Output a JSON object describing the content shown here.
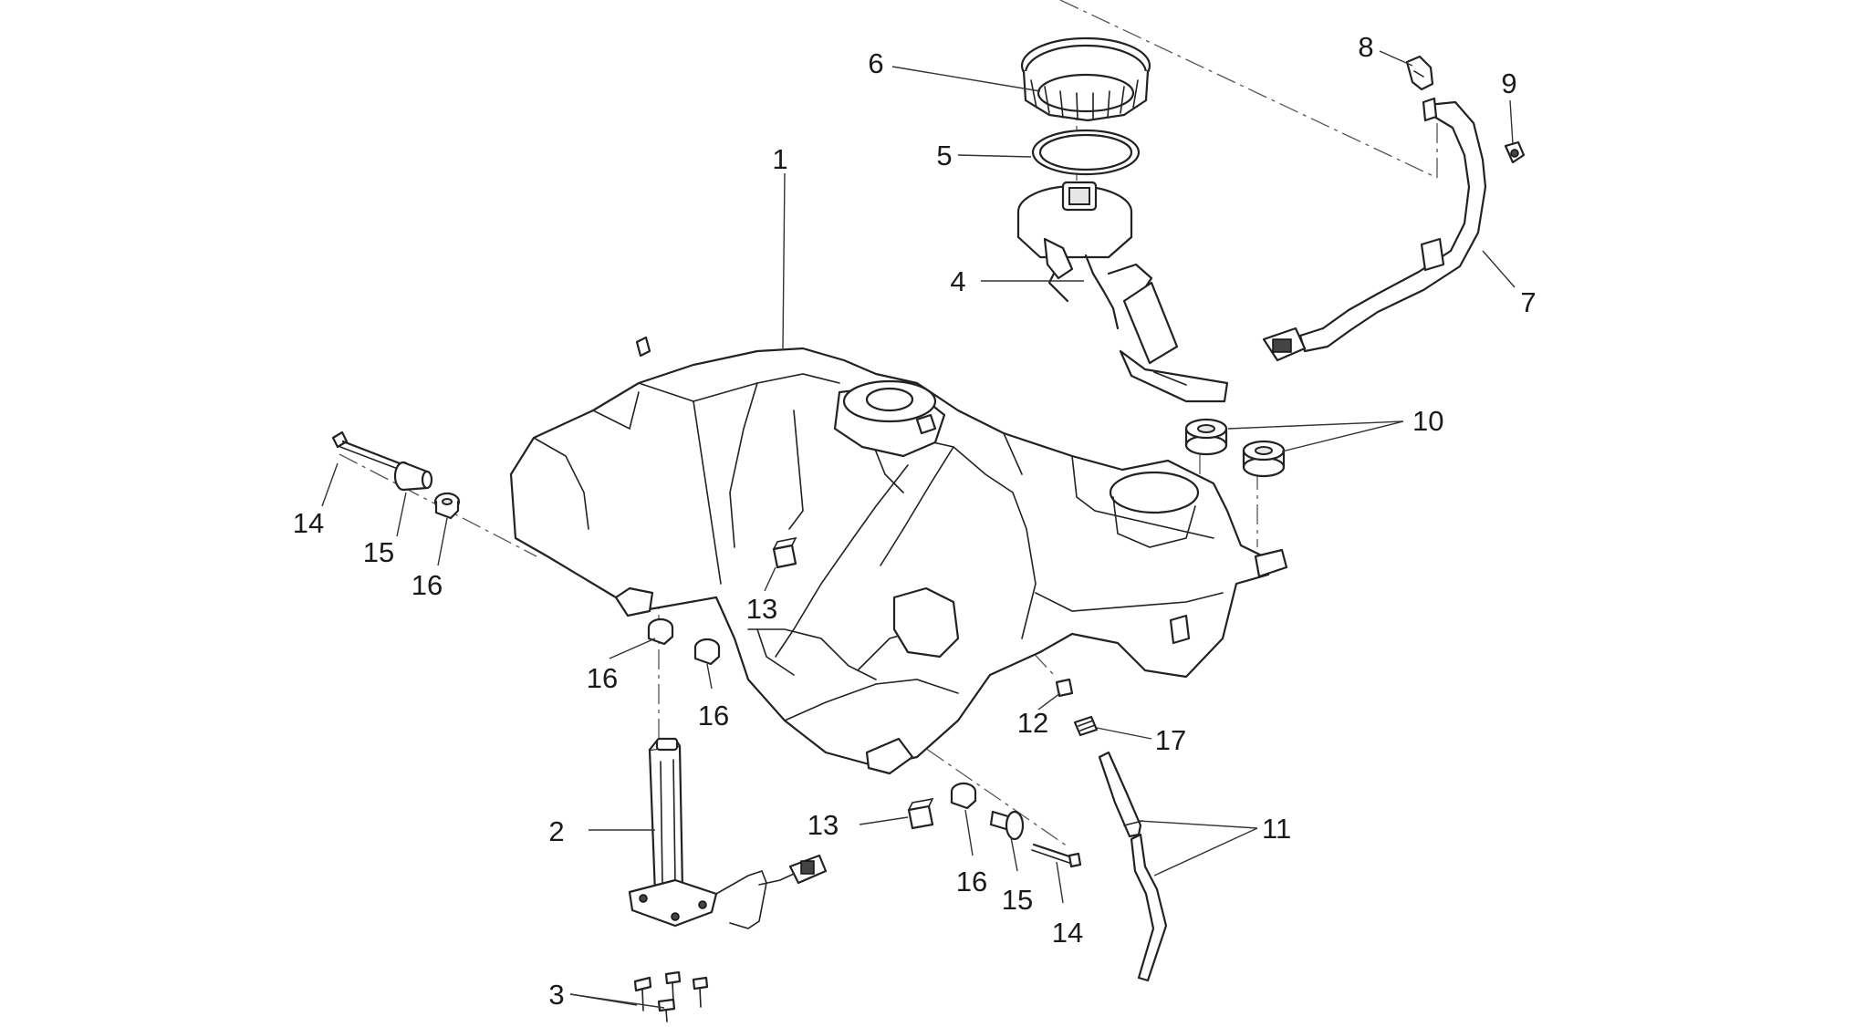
{
  "callouts": {
    "c1": "1",
    "c2": "2",
    "c3": "3",
    "c4": "4",
    "c5": "5",
    "c6": "6",
    "c7": "7",
    "c8": "8",
    "c9": "9",
    "c10": "10",
    "c11": "11",
    "c12": "12",
    "c13a": "13",
    "c13b": "13",
    "c14a": "14",
    "c14b": "14",
    "c15a": "15",
    "c15b": "15",
    "c16a": "16",
    "c16b": "16",
    "c16c": "16",
    "c16d": "16",
    "c17": "17"
  }
}
